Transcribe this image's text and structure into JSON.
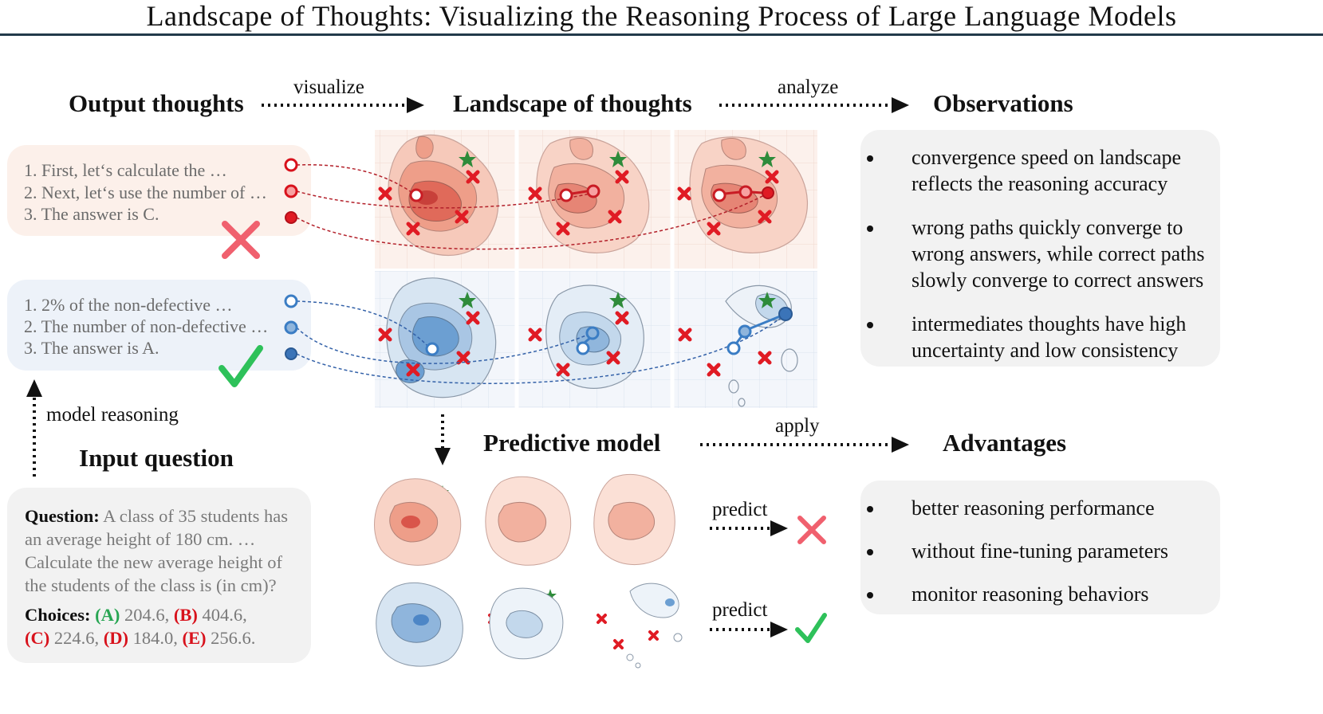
{
  "title": "Landscape of Thoughts: Visualizing the Reasoning Process of Large Language Models",
  "headings": {
    "output_thoughts": "Output thoughts",
    "landscape": "Landscape of thoughts",
    "observations": "Observations",
    "predictive_model": "Predictive model",
    "advantages": "Advantages",
    "input_question": "Input question"
  },
  "arrow_labels": {
    "visualize": "visualize",
    "analyze": "analyze",
    "apply": "apply",
    "model_reasoning": "model reasoning",
    "predict": "predict"
  },
  "wrong_path": [
    "1. First, let‘s calculate the …",
    "2. Next, let‘s use the number of …",
    "3. The answer is C."
  ],
  "correct_path": [
    "1. 2% of the non-defective …",
    "2. The number of non-defective …",
    "3. The answer is A."
  ],
  "observations": [
    "convergence speed on landscape reflects the reasoning accuracy",
    "wrong paths quickly converge to wrong answers, while correct paths slowly converge to correct answers",
    "intermediates thoughts have high uncertainty and low consistency"
  ],
  "advantages": [
    "better reasoning performance",
    "without fine-tuning parameters",
    "monitor reasoning behaviors"
  ],
  "question": {
    "label": "Question:",
    "text": "A class of 35 students has an average height of 180 cm. … Calculate the new average height of the students of the class is (in cm)?",
    "choices_label": "Choices:",
    "choices": [
      {
        "letter": "(A)",
        "value": "204.6,",
        "color": "#27a552"
      },
      {
        "letter": "(B)",
        "value": "404.6,",
        "color": "#d8121c"
      },
      {
        "letter": "(C)",
        "value": "224.6,",
        "color": "#d8121c"
      },
      {
        "letter": "(D)",
        "value": "184.0,",
        "color": "#d8121c"
      },
      {
        "letter": "(E)",
        "value": "256.6.",
        "color": "#d8121c"
      }
    ]
  },
  "colors": {
    "wrong": "#d8121c",
    "correct": "#3b7dc4",
    "star": "#2e8b3a",
    "cross_mark": "#f0606e",
    "check_mark": "#2ec15a",
    "wrong_box": "#fcf0ea",
    "correct_box": "#edf2f9",
    "gray_box": "#f2f2f2",
    "title_rule": "#223a4a"
  },
  "icons": [
    "cross-icon",
    "check-icon",
    "star-icon",
    "wrong-answer-x-icon"
  ]
}
